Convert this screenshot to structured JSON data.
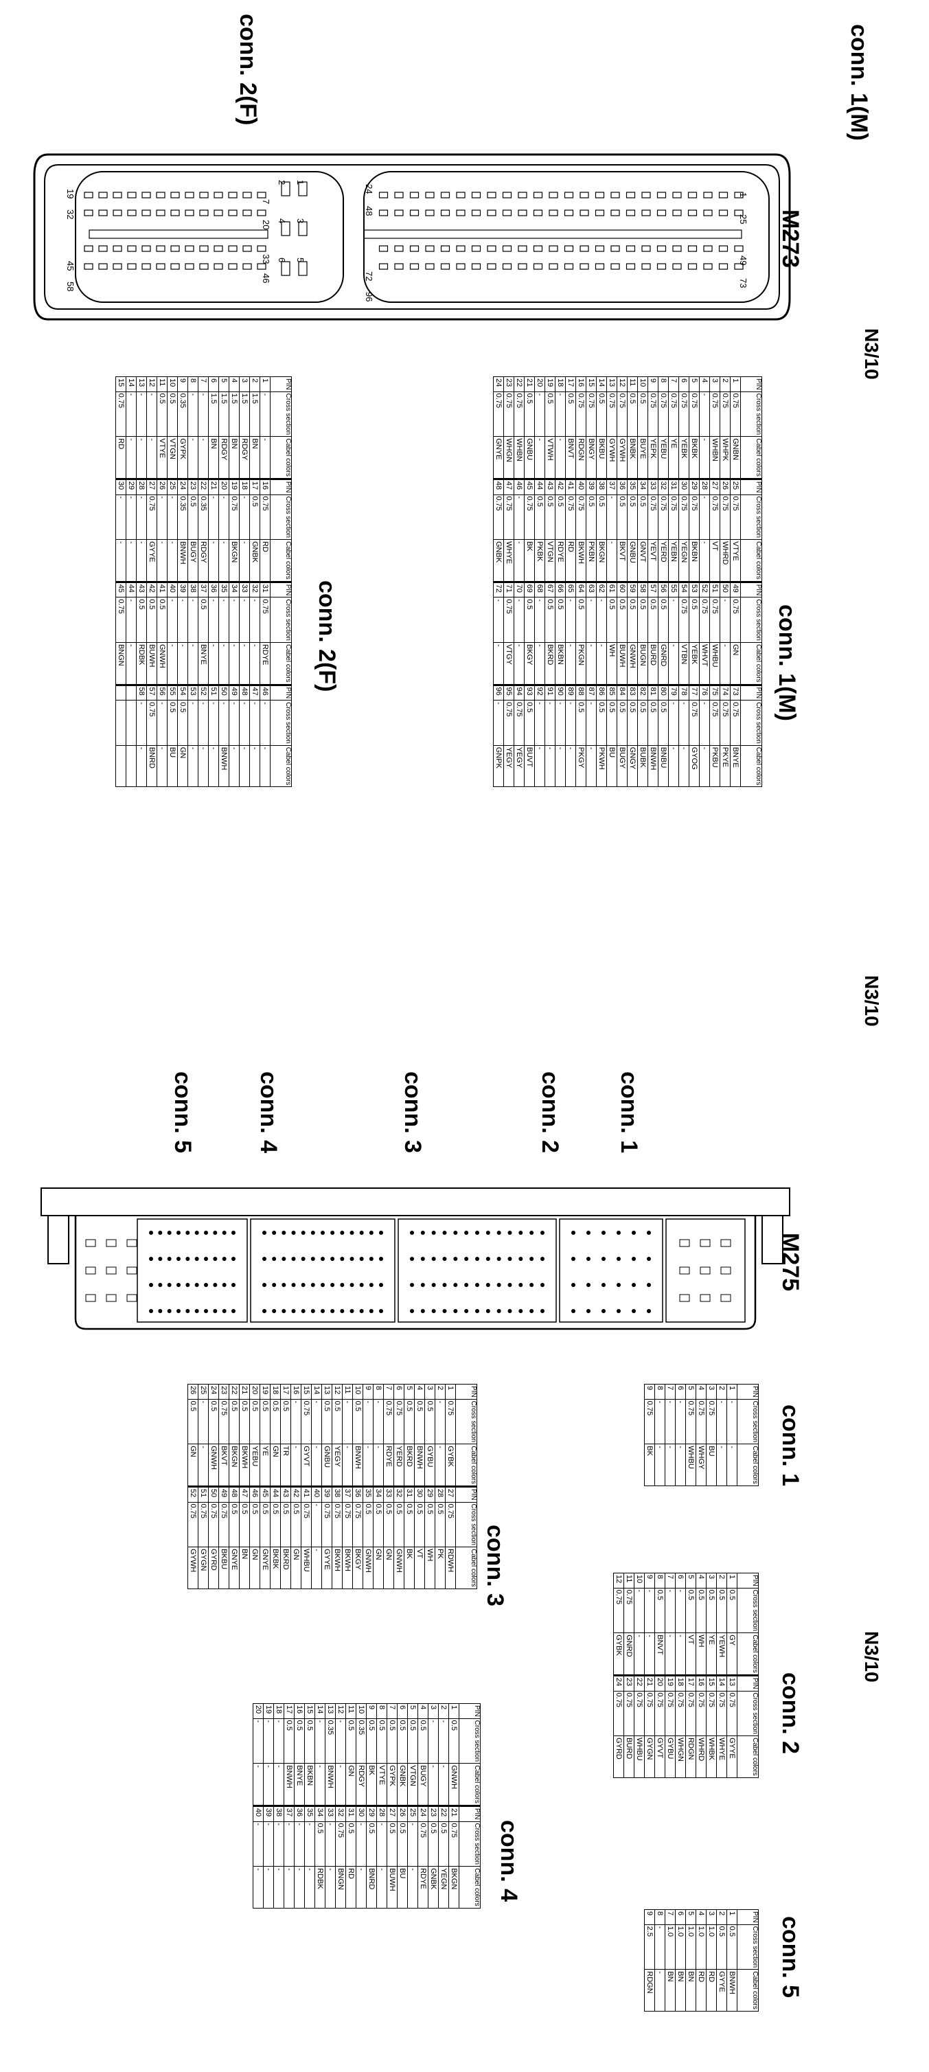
{
  "top": {
    "conn1_title": "conn. 1(M)",
    "conn2_title": "conn. 2(F)",
    "ecu_label": "M273",
    "n3_label": "N3/10",
    "conn1_pin_labels": [
      "1",
      "25",
      "49",
      "73",
      "24",
      "48",
      "72",
      "96"
    ],
    "conn2_pin_labels": [
      "1",
      "3",
      "5",
      "2",
      "4",
      "6",
      "7",
      "20",
      "33",
      "46",
      "19",
      "32",
      "45",
      "58"
    ]
  },
  "table_headers": {
    "pin": "PIN",
    "cross": "Cross section",
    "cabel": "Cabel colors"
  },
  "conn1_table": {
    "title": "conn. 1(M)",
    "rows": [
      [
        "1",
        "0.75",
        "GNBN",
        "25",
        "0.75",
        "VTYE",
        "49",
        "0.75",
        "GN",
        "73",
        "0.75",
        "BNYE"
      ],
      [
        "2",
        "0.75",
        "WHPK",
        "26",
        "0.75",
        "WHRD",
        "50",
        "-",
        "-",
        "74",
        "0.75",
        "PKYE"
      ],
      [
        "3",
        "0.75",
        "WHBN",
        "27",
        "0.75",
        "VT",
        "51",
        "0.75",
        "WHBU",
        "75",
        "0.75",
        "PKBU"
      ],
      [
        "4",
        "-",
        "-",
        "28",
        "-",
        "-",
        "52",
        "0.75",
        "WHVT",
        "76",
        "-",
        "-"
      ],
      [
        "5",
        "0.75",
        "BKBK",
        "29",
        "0.75",
        "BKBN",
        "53",
        "0.5",
        "YEBK",
        "77",
        "0.75",
        "GYOG"
      ],
      [
        "6",
        "0.75",
        "YEBK",
        "30",
        "0.75",
        "YEGN",
        "54",
        "0.75",
        "VTBN",
        "78",
        "-",
        "-"
      ],
      [
        "7",
        "0.75",
        "YE",
        "31",
        "0.75",
        "YEBN",
        "55",
        "-",
        "-",
        "79",
        "-",
        "-"
      ],
      [
        "8",
        "0.75",
        "YEBU",
        "32",
        "0.75",
        "YERD",
        "56",
        "0.5",
        "GNRD",
        "80",
        "0.5",
        "BNBU"
      ],
      [
        "9",
        "0.75",
        "YEPK",
        "33",
        "0.75",
        "YEVT",
        "57",
        "0.5",
        "BURD",
        "81",
        "0.5",
        "BNWH"
      ],
      [
        "10",
        "0.5",
        "BUYE",
        "34",
        "0.5",
        "GNVT",
        "58",
        "0.5",
        "BUGN",
        "82",
        "0.5",
        "BUBK"
      ],
      [
        "11",
        "0.5",
        "BNBK",
        "35",
        "0.5",
        "GNBU",
        "59",
        "0.5",
        "GNWH",
        "83",
        "0.5",
        "GNGY"
      ],
      [
        "12",
        "0.75",
        "GYWH",
        "36",
        "0.5",
        "BKVT",
        "60",
        "0.5",
        "BUWH",
        "84",
        "0.5",
        "BUGY"
      ],
      [
        "13",
        "0.75",
        "GYWH",
        "37",
        "-",
        "-",
        "61",
        "0.5",
        "WH",
        "85",
        "0.5",
        "BU"
      ],
      [
        "14",
        "0.5",
        "BKBU",
        "38",
        "0.5",
        "BKGN",
        "62",
        "-",
        "-",
        "86",
        "0.5",
        "PKWH"
      ],
      [
        "15",
        "0.75",
        "BNGY",
        "39",
        "0.5",
        "PKBN",
        "63",
        "-",
        "-",
        "87",
        "-",
        "-"
      ],
      [
        "16",
        "0.75",
        "RDGN",
        "40",
        "0.75",
        "BKWH",
        "64",
        "0.5",
        "PKGN",
        "88",
        "0.5",
        "PKGY"
      ],
      [
        "17",
        "0.5",
        "BNVT",
        "41",
        "0.75",
        "RD",
        "65",
        "-",
        "-",
        "89",
        "-",
        "-"
      ],
      [
        "18",
        "-",
        "-",
        "42",
        "0.5",
        "RDYE",
        "66",
        "0.5",
        "BKBN",
        "90",
        "-",
        "-"
      ],
      [
        "19",
        "0.5",
        "VTWH",
        "43",
        "0.5",
        "VTGN",
        "67",
        "0.5",
        "BKRD",
        "91",
        "-",
        "-"
      ],
      [
        "20",
        "-",
        "-",
        "44",
        "0.5",
        "PKBK",
        "68",
        "-",
        "-",
        "92",
        "-",
        "-"
      ],
      [
        "21",
        "0.5",
        "GNBU",
        "45",
        "0.75",
        "BK",
        "69",
        "0.5",
        "BKGY",
        "93",
        "0.5",
        "BUVT"
      ],
      [
        "22",
        "0.75",
        "WHBN",
        "46",
        "-",
        "-",
        "70",
        "-",
        "-",
        "94",
        "0.75",
        "YEGY"
      ],
      [
        "23",
        "0.75",
        "WHGN",
        "47",
        "0.75",
        "WHYE",
        "71",
        "0.75",
        "VTGY",
        "95",
        "0.75",
        "YEGY"
      ],
      [
        "24",
        "0.75",
        "GNYE",
        "48",
        "0.75",
        "GNBK",
        "72",
        "-",
        "-",
        "96",
        "-",
        "GNPK"
      ]
    ]
  },
  "conn2_table": {
    "title": "conn. 2(F)",
    "rows": [
      [
        "1",
        "-",
        "-",
        "16",
        "0.75",
        "RD",
        "31",
        "0.75",
        "RDYE",
        "46",
        "-",
        "-"
      ],
      [
        "2",
        "1.5",
        "BN",
        "17",
        "0.5",
        "GNBK",
        "32",
        "-",
        "-",
        "47",
        "-",
        "-"
      ],
      [
        "3",
        "1.5",
        "RDGY",
        "18",
        "-",
        "-",
        "33",
        "-",
        "-",
        "48",
        "-",
        "-"
      ],
      [
        "4",
        "1.5",
        "BN",
        "19",
        "0.75",
        "BKGN",
        "34",
        "-",
        "-",
        "49",
        "-",
        "-"
      ],
      [
        "5",
        "1.5",
        "RDGY",
        "20",
        "-",
        "-",
        "35",
        "-",
        "-",
        "50",
        "-",
        "BNWH"
      ],
      [
        "6",
        "1.5",
        "BN",
        "21",
        "-",
        "-",
        "36",
        "-",
        "-",
        "51",
        "-",
        "-"
      ],
      [
        "7",
        "-",
        "-",
        "22",
        "0.35",
        "RDGY",
        "37",
        "0.5",
        "BNYE",
        "52",
        "-",
        "-"
      ],
      [
        "8",
        "-",
        "-",
        "23",
        "0.5",
        "BUGY",
        "38",
        "-",
        "-",
        "53",
        "-",
        "-"
      ],
      [
        "9",
        "0.35",
        "GYPK",
        "24",
        "0.35",
        "BNWH",
        "39",
        "-",
        "-",
        "54",
        "0.5",
        "GN"
      ],
      [
        "10",
        "0.5",
        "VTGN",
        "25",
        "-",
        "-",
        "40",
        "-",
        "-",
        "55",
        "0.5",
        "BU"
      ],
      [
        "11",
        "0.5",
        "VTYE",
        "26",
        "-",
        "-",
        "41",
        "0.5",
        "GNWH",
        "56",
        "-",
        "-"
      ],
      [
        "12",
        "-",
        "-",
        "27",
        "0.75",
        "GYYE",
        "42",
        "0.5",
        "BUWH",
        "57",
        "0.75",
        "BNRD"
      ],
      [
        "13",
        "-",
        "-",
        "28",
        "-",
        "-",
        "43",
        "0.5",
        "RDBK",
        "58",
        "-",
        "-"
      ],
      [
        "14",
        "-",
        "-",
        "29",
        "-",
        "-",
        "44",
        "-",
        "-",
        "",
        "",
        ""
      ],
      [
        "15",
        "0.75",
        "RD",
        "30",
        "-",
        "-",
        "45",
        "0.75",
        "BNGN",
        "",
        "",
        ""
      ]
    ]
  },
  "middle": {
    "n3_label": "N3/10",
    "ecu_label": "M275",
    "conn_labels": [
      "conn. 1",
      "conn. 2",
      "conn. 3",
      "conn. 4",
      "conn. 5"
    ]
  },
  "bottom": {
    "n3_label": "N3/10",
    "b_conn1": {
      "title": "conn. 1",
      "rows": [
        [
          "1",
          "-",
          "-"
        ],
        [
          "2",
          "-",
          "-"
        ],
        [
          "3",
          "0.75",
          "BU"
        ],
        [
          "4",
          "0.75",
          "WHGY"
        ],
        [
          "5",
          "0.75",
          "WHBU"
        ],
        [
          "6",
          "-",
          "-"
        ],
        [
          "7",
          "-",
          "-"
        ],
        [
          "8",
          "-",
          "-"
        ],
        [
          "9",
          "0.75",
          "BK"
        ]
      ]
    },
    "b_conn2": {
      "title": "conn. 2",
      "rows": [
        [
          "1",
          "0.5",
          "GY",
          "13",
          "0.75",
          "GYYE"
        ],
        [
          "2",
          "0.5",
          "YEWH",
          "14",
          "0.75",
          "WHYE"
        ],
        [
          "3",
          "0.5",
          "YE",
          "15",
          "0.75",
          "WHBK"
        ],
        [
          "4",
          "0.5",
          "WH",
          "16",
          "0.75",
          "WHRD"
        ],
        [
          "5",
          "0.5",
          "VT",
          "17",
          "0.75",
          "RDGN"
        ],
        [
          "6",
          "-",
          "-",
          "18",
          "0.75",
          "WHGN"
        ],
        [
          "7",
          "-",
          "-",
          "19",
          "0.75",
          "GYBU"
        ],
        [
          "8",
          "0.5",
          "BNVT",
          "20",
          "0.75",
          "GYVT"
        ],
        [
          "9",
          "-",
          "-",
          "21",
          "0.75",
          "GYGN"
        ],
        [
          "10",
          "-",
          "-",
          "22",
          "0.75",
          "WHBU"
        ],
        [
          "11",
          "0.75",
          "GNRD",
          "23",
          "0.75",
          "BURD"
        ],
        [
          "12",
          "0.75",
          "GYBK",
          "24",
          "0.75",
          "GYRD"
        ]
      ]
    },
    "b_conn3": {
      "title": "conn. 3",
      "rows": [
        [
          "1",
          "0.75",
          "GYBK",
          "27",
          "0.75",
          "RDWH"
        ],
        [
          "2",
          "-",
          "-",
          "28",
          "0.5",
          "PK"
        ],
        [
          "3",
          "0.5",
          "GYBU",
          "29",
          "0.5",
          "WH"
        ],
        [
          "4",
          "0.5",
          "BNWH",
          "30",
          "0.5",
          "VT"
        ],
        [
          "5",
          "0.5",
          "BKRD",
          "31",
          "0.5",
          "BK"
        ],
        [
          "6",
          "0.75",
          "YERD",
          "32",
          "0.5",
          "GNWH"
        ],
        [
          "7",
          "0.75",
          "RDYE",
          "33",
          "0.5",
          "GN"
        ],
        [
          "8",
          "-",
          "-",
          "34",
          "0.5",
          "GN"
        ],
        [
          "9",
          "-",
          "-",
          "35",
          "0.5",
          "GNWH"
        ],
        [
          "10",
          "0.5",
          "BNWH",
          "36",
          "0.75",
          "BKGY"
        ],
        [
          "11",
          "-",
          "-",
          "37",
          "0.75",
          "BKWH"
        ],
        [
          "12",
          "0.5",
          "YEGY",
          "38",
          "0.75",
          "BKWH"
        ],
        [
          "13",
          "0.5",
          "GNBU",
          "39",
          "0.75",
          "GYYE"
        ],
        [
          "14",
          "-",
          "-",
          "40",
          "-",
          "-"
        ],
        [
          "15",
          "0.75",
          "GYVT",
          "41",
          "0.75",
          "WHBU"
        ],
        [
          "16",
          "-",
          "-",
          "42",
          "0.5",
          "GN"
        ],
        [
          "17",
          "0.5",
          "TR",
          "43",
          "0.5",
          "BKRD"
        ],
        [
          "18",
          "0.5",
          "GN",
          "44",
          "0.5",
          "BKBK"
        ],
        [
          "19",
          "0.5",
          "YE",
          "45",
          "0.5",
          "GNYE"
        ],
        [
          "20",
          "0.5",
          "YEBU",
          "46",
          "0.5",
          "GN"
        ],
        [
          "21",
          "0.5",
          "BKWH",
          "47",
          "0.5",
          "BN"
        ],
        [
          "22",
          "0.5",
          "BKGN",
          "48",
          "0.5",
          "GNYE"
        ],
        [
          "23",
          "0.75",
          "BKVT",
          "49",
          "0.75",
          "BKBU"
        ],
        [
          "24",
          "0.5",
          "GNWH",
          "50",
          "0.75",
          "GYRD"
        ],
        [
          "25",
          "-",
          "-",
          "51",
          "0.75",
          "GYGN"
        ],
        [
          "26",
          "0.5",
          "GN",
          "52",
          "0.75",
          "GYWH"
        ]
      ]
    },
    "b_conn4": {
      "title": "conn. 4",
      "rows": [
        [
          "1",
          "0.5",
          "GNWH",
          "21",
          "0.75",
          "BKGN"
        ],
        [
          "2",
          "-",
          "-",
          "22",
          "0.5",
          "YEGN"
        ],
        [
          "3",
          "-",
          "-",
          "23",
          "0.5",
          "GNBK"
        ],
        [
          "4",
          "0.5",
          "BUGY",
          "24",
          "0.75",
          "RDYE"
        ],
        [
          "5",
          "0.5",
          "VTGN",
          "25",
          "-",
          "-"
        ],
        [
          "6",
          "0.5",
          "GNBK",
          "26",
          "0.5",
          "BU"
        ],
        [
          "7",
          "0.5",
          "GYPK",
          "27",
          "0.5",
          "BUWH"
        ],
        [
          "8",
          "0.5",
          "VTYE",
          "28",
          "-",
          "-"
        ],
        [
          "9",
          "0.5",
          "BK",
          "29",
          "0.5",
          "BNRD"
        ],
        [
          "10",
          "0.35",
          "RDGY",
          "30",
          "-",
          "-"
        ],
        [
          "11",
          "0.5",
          "GN",
          "31",
          "0.5",
          "RD"
        ],
        [
          "12",
          "-",
          "-",
          "32",
          "0.75",
          "BNGN"
        ],
        [
          "13",
          "0.35",
          "BNWH",
          "33",
          "-",
          "-"
        ],
        [
          "14",
          "-",
          "-",
          "34",
          "0.5",
          "RDBK"
        ],
        [
          "15",
          "0.5",
          "BKBN",
          "35",
          "-",
          "-"
        ],
        [
          "16",
          "0.5",
          "BNYE",
          "36",
          "-",
          "-"
        ],
        [
          "17",
          "0.5",
          "BNWH",
          "37",
          "-",
          "-"
        ],
        [
          "18",
          "-",
          "-",
          "38",
          "-",
          "-"
        ],
        [
          "19",
          "-",
          "-",
          "39",
          "-",
          "-"
        ],
        [
          "20",
          "-",
          "-",
          "40",
          "-",
          "-"
        ]
      ]
    },
    "b_conn5": {
      "title": "conn. 5",
      "rows": [
        [
          "1",
          "0.5",
          "BNWH"
        ],
        [
          "2",
          "0.5",
          "GYYE"
        ],
        [
          "3",
          "1.0",
          "RD"
        ],
        [
          "4",
          "1.0",
          "RD"
        ],
        [
          "5",
          "1.0",
          "BN"
        ],
        [
          "6",
          "1.0",
          "BN"
        ],
        [
          "7",
          "1.0",
          "BN"
        ],
        [
          "8",
          "-",
          "-"
        ],
        [
          "9",
          "2.5",
          "RDGN"
        ]
      ]
    }
  },
  "colors": {
    "line": "#000000",
    "background": "#ffffff"
  }
}
